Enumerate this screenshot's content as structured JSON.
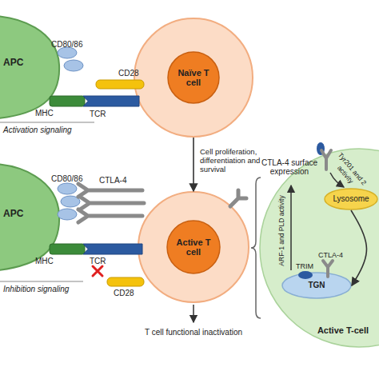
{
  "diagram": {
    "nodes": [
      {
        "text": [
          "APC"
        ]
      },
      {
        "text": [
          "Naïve T cell"
        ]
      },
      {
        "text": [
          "APC"
        ]
      },
      {
        "text": [
          "Active T cell"
        ]
      },
      {
        "text": [
          "Active T-cell"
        ]
      },
      {
        "text": [
          "Lysosome"
        ],
        "in": 4
      },
      {
        "text": [
          "TGN"
        ],
        "in": 4
      }
    ],
    "edges": [
      {
        "from": 1,
        "to": 3,
        "arrow": "to",
        "label": "Cell proliferation, differentiation and survival"
      },
      {
        "from": 5,
        "to": 6,
        "arrow": "to"
      }
    ],
    "labels": [
      "CD80/86",
      "CD28",
      "MHC",
      "TCR",
      "Activation signaling",
      "CD80/86",
      "CTLA-4",
      "MHC",
      "TCR",
      "CD28",
      "Inhibition signaling",
      "T cell functional inactivation",
      "CTLA-4 surface expression",
      "Tyr201 and 2 activity",
      "ARF-1 and PLD activity",
      "TRIM",
      "CTLA-4"
    ]
  }
}
